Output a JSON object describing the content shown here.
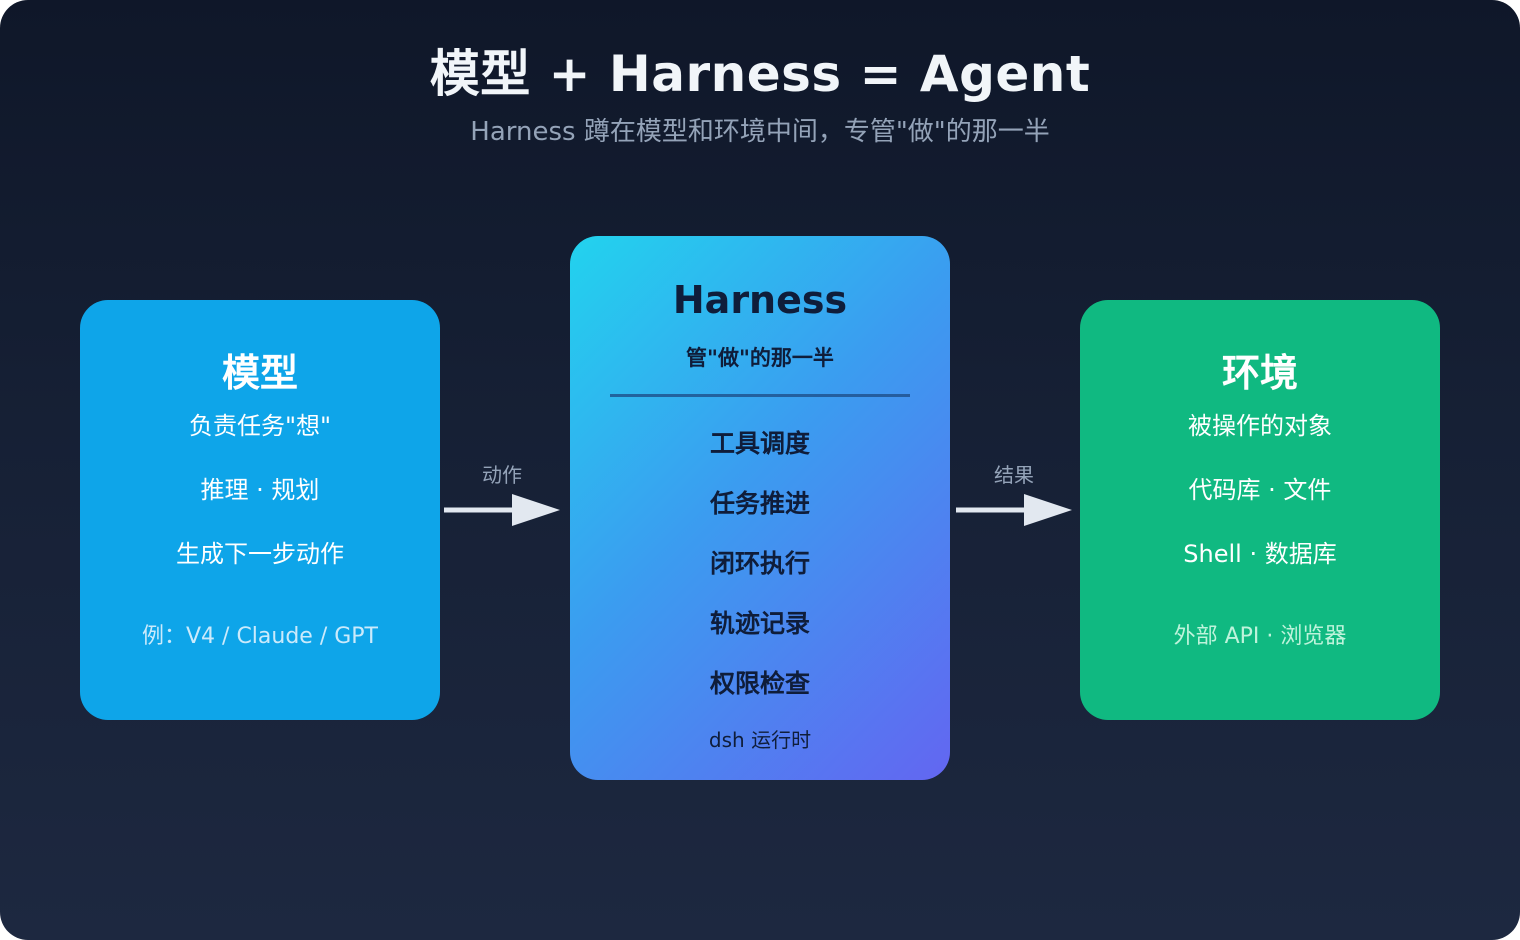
{
  "header": {
    "title": "模型 + Harness = Agent",
    "subtitle": "Harness 蹲在模型和环境中间，专管\"做\"的那一半"
  },
  "model": {
    "title": "模型",
    "subtitle": "负责任务\"想\"",
    "items": [
      "推理 · 规划",
      "生成下一步动作"
    ],
    "example": "例：V4 / Claude / GPT"
  },
  "harness": {
    "title": "Harness",
    "subtitle": "管\"做\"的那一半",
    "items": [
      "工具调度",
      "任务推进",
      "闭环执行",
      "轨迹记录",
      "权限检查"
    ],
    "footer": "dsh 运行时"
  },
  "environment": {
    "title": "环境",
    "subtitle": "被操作的对象",
    "items": [
      "代码库 · 文件",
      "Shell · 数据库"
    ],
    "example": "外部 API · 浏览器"
  },
  "arrows": {
    "left_label": "动作",
    "right_label": "结果"
  },
  "colors": {
    "background": "#0f1729",
    "model": "#0ea5e9",
    "harness_start": "#22d3ee",
    "harness_end": "#6366f1",
    "environment": "#10b981",
    "arrow": "#e2e8f0"
  }
}
